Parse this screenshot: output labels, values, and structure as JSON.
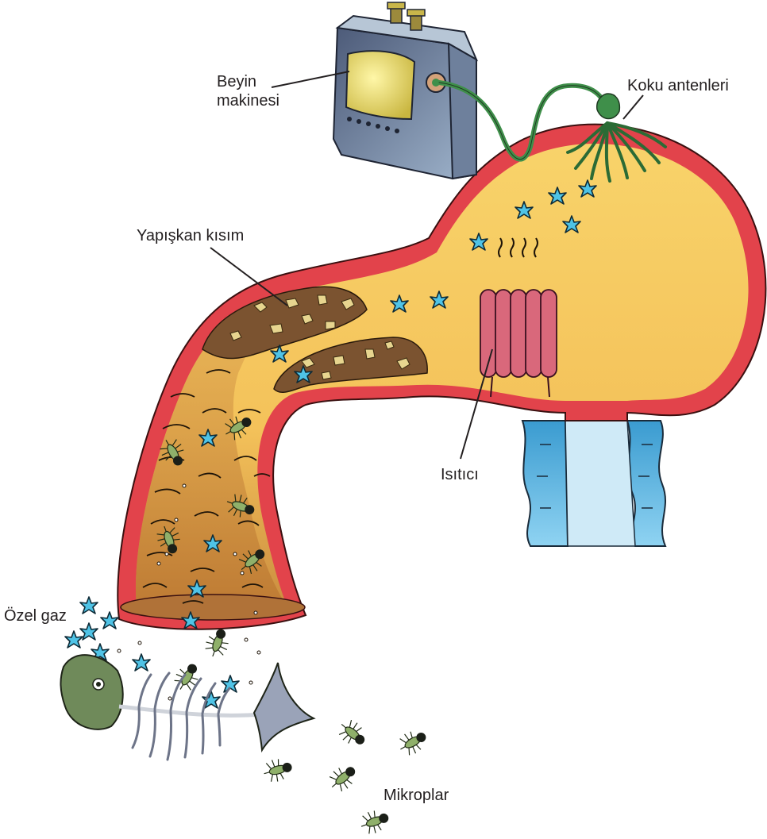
{
  "labels": {
    "brain_machine": [
      "Beyin",
      "makinesi"
    ],
    "smell_antennae": "Koku antenleri",
    "sticky_part": "Yapışkan kısım",
    "heater": "Isıtıcı",
    "special_gas": "Özel gaz",
    "microbes": "Mikroplar"
  },
  "colors": {
    "tube_wall": "#e2434b",
    "tube_inner": "#f7cd5a",
    "mucus": "#7b5330",
    "nostril_blue": "#5cb6e0",
    "cable": "#3f8f4a",
    "gas_particle": "#4fc3e6",
    "heater": "#d9687b"
  }
}
